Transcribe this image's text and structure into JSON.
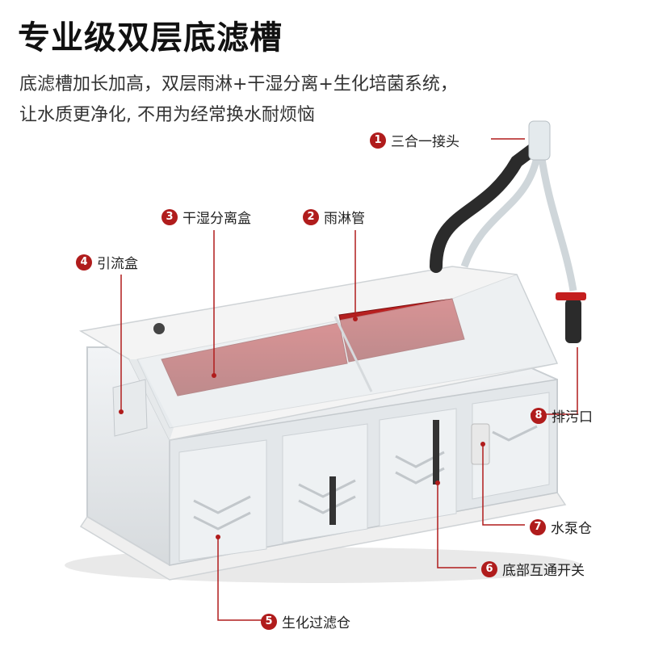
{
  "header": {
    "title": "专业级双层底滤槽",
    "subtitle_line1": "底滤槽加长加高，双层雨淋+干湿分离+生化培菌系统，",
    "subtitle_line2": "让水质更净化, 不用为经常换水耐烦恼"
  },
  "callouts": [
    {
      "num": "1",
      "text": "三合一接头"
    },
    {
      "num": "2",
      "text": "雨淋管"
    },
    {
      "num": "3",
      "text": "干湿分离盒"
    },
    {
      "num": "4",
      "text": "引流盒"
    },
    {
      "num": "5",
      "text": "生化过滤仓"
    },
    {
      "num": "6",
      "text": "底部互通开关"
    },
    {
      "num": "7",
      "text": "水泵仓"
    },
    {
      "num": "8",
      "text": "排污口"
    }
  ],
  "colors": {
    "accent_red": "#b01c1c",
    "tray_red": "#a01818",
    "glass": "#dfe3e6",
    "frame": "#f4f4f4",
    "hose": "#2b2b2b"
  }
}
